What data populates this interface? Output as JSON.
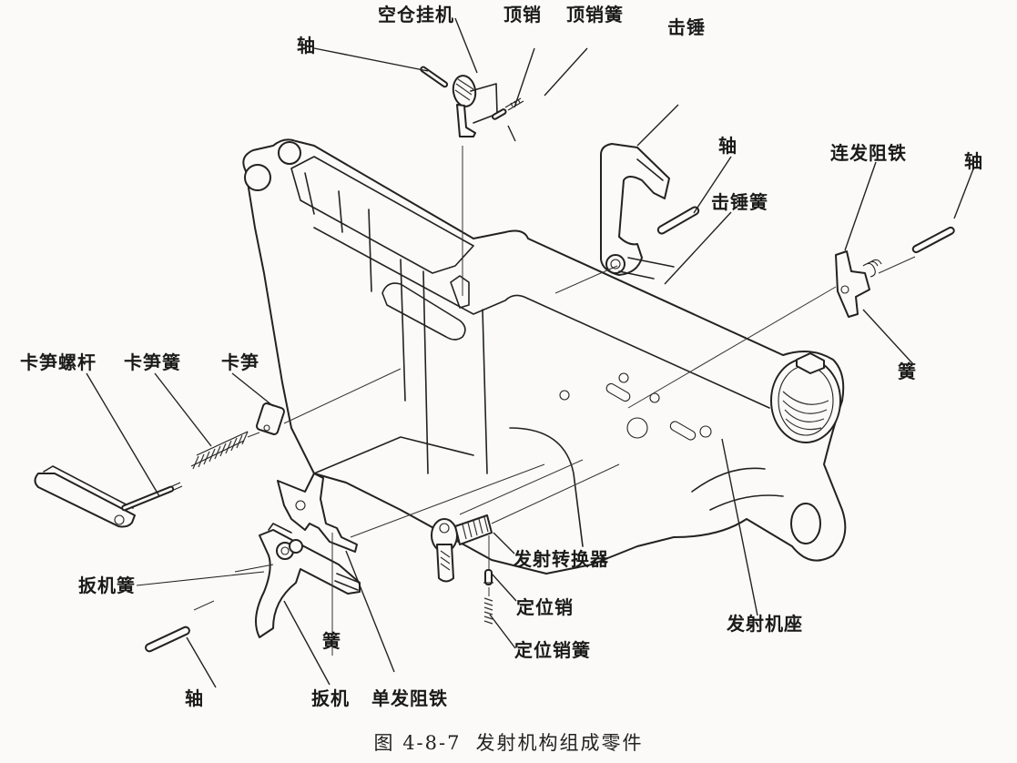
{
  "figure": {
    "number": "图 4-8-7",
    "title": "发射机构组成零件"
  },
  "labels": {
    "hold_open_pin": "轴",
    "bolt_catch": "空仓挂机",
    "plunger": "顶销",
    "plunger_spring": "顶销簧",
    "hammer": "击锤",
    "hammer_pin": "轴",
    "hammer_spring": "击锤簧",
    "auto_sear": "连发阻铁",
    "auto_sear_pin": "轴",
    "auto_sear_spring": "簧",
    "catch_screw": "卡笋螺杆",
    "catch_spring": "卡笋簧",
    "magazine_catch": "卡笋",
    "trigger_spring": "扳机簧",
    "trigger_pin": "轴",
    "disconnector_spring": "簧",
    "trigger": "扳机",
    "disconnector": "单发阻铁",
    "selector": "发射转换器",
    "detent": "定位销",
    "detent_spring": "定位销簧",
    "lower_receiver": "发射机座"
  }
}
